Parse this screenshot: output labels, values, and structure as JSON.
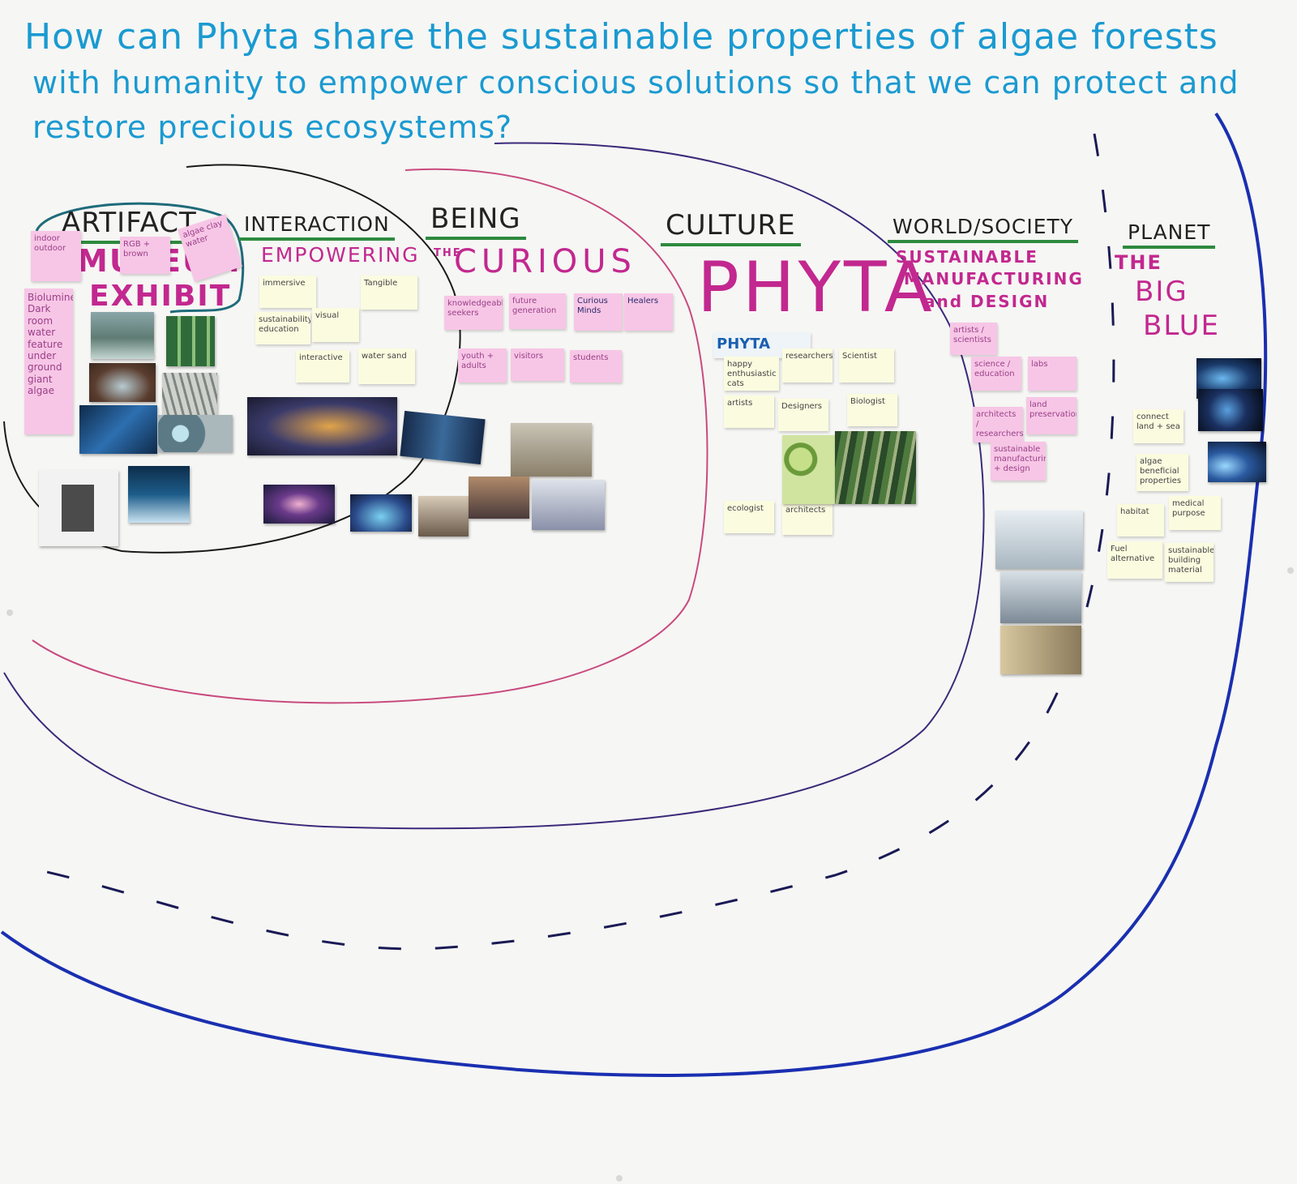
{
  "question": {
    "line1": "How can Phyta share the sustainable properties of algae forests",
    "line2": "with humanity to empower conscious solutions so that we can protect and",
    "line3": "restore precious ecosystems?"
  },
  "columns": {
    "artifact": {
      "heading": "ARTIFACT",
      "title_a": "MUSEUM",
      "title_b": "EXHIBIT"
    },
    "interaction": {
      "heading": "INTERACTION",
      "title": "EMPOWERING"
    },
    "being": {
      "heading": "BEING",
      "the": "THE",
      "title": "CURIOUS"
    },
    "culture": {
      "heading": "CULTURE",
      "title": "PHYTA",
      "label": "PHYTA"
    },
    "world": {
      "heading": "WORLD/SOCIETY",
      "title_a": "SUSTAINABLE",
      "title_b": "MANUFACTURING",
      "title_c": "and DESIGN"
    },
    "planet": {
      "heading": "PLANET",
      "title_a": "THE",
      "title_b": "BIG",
      "title_c": "BLUE"
    }
  },
  "notes": {
    "artifact_top": [
      "indoor outdoor",
      "RGB + brown",
      "algae clay water"
    ],
    "artifact_side": "Bioluminescent Dark room water feature under ground giant algae",
    "interaction": [
      "immersive",
      "Tangible",
      "sustainability education",
      "visual",
      "interactive",
      "water sand"
    ],
    "being": [
      "knowledgeable seekers",
      "future generation",
      "Curious Minds",
      "Healers",
      "youth + adults",
      "visitors",
      "students"
    ],
    "culture": [
      "happy enthusiastic cats",
      "researchers",
      "Scientist",
      "artists",
      "Designers",
      "Biologist",
      "ecologist",
      "architects"
    ],
    "world": [
      "artists / scientists",
      "science / education",
      "labs",
      "architects / researchers",
      "land preservation",
      "sustainable manufacturing + design"
    ],
    "planet": [
      "connect land + sea",
      "algae beneficial properties",
      "habitat",
      "medical purpose",
      "Fuel alternative",
      "sustainable building material"
    ]
  },
  "colors": {
    "title": "#1a9ad1",
    "heading_underline": "#2e8a3e",
    "magenta": "#c2288f",
    "sticky_pink": "#f7c6e6",
    "sticky_yellow": "#fbfbe0",
    "ring_black": "#1a1a1a",
    "ring_pink": "#c84a7e",
    "ring_purple": "#3b2a7a",
    "ring_blue": "#1a2fb0"
  }
}
